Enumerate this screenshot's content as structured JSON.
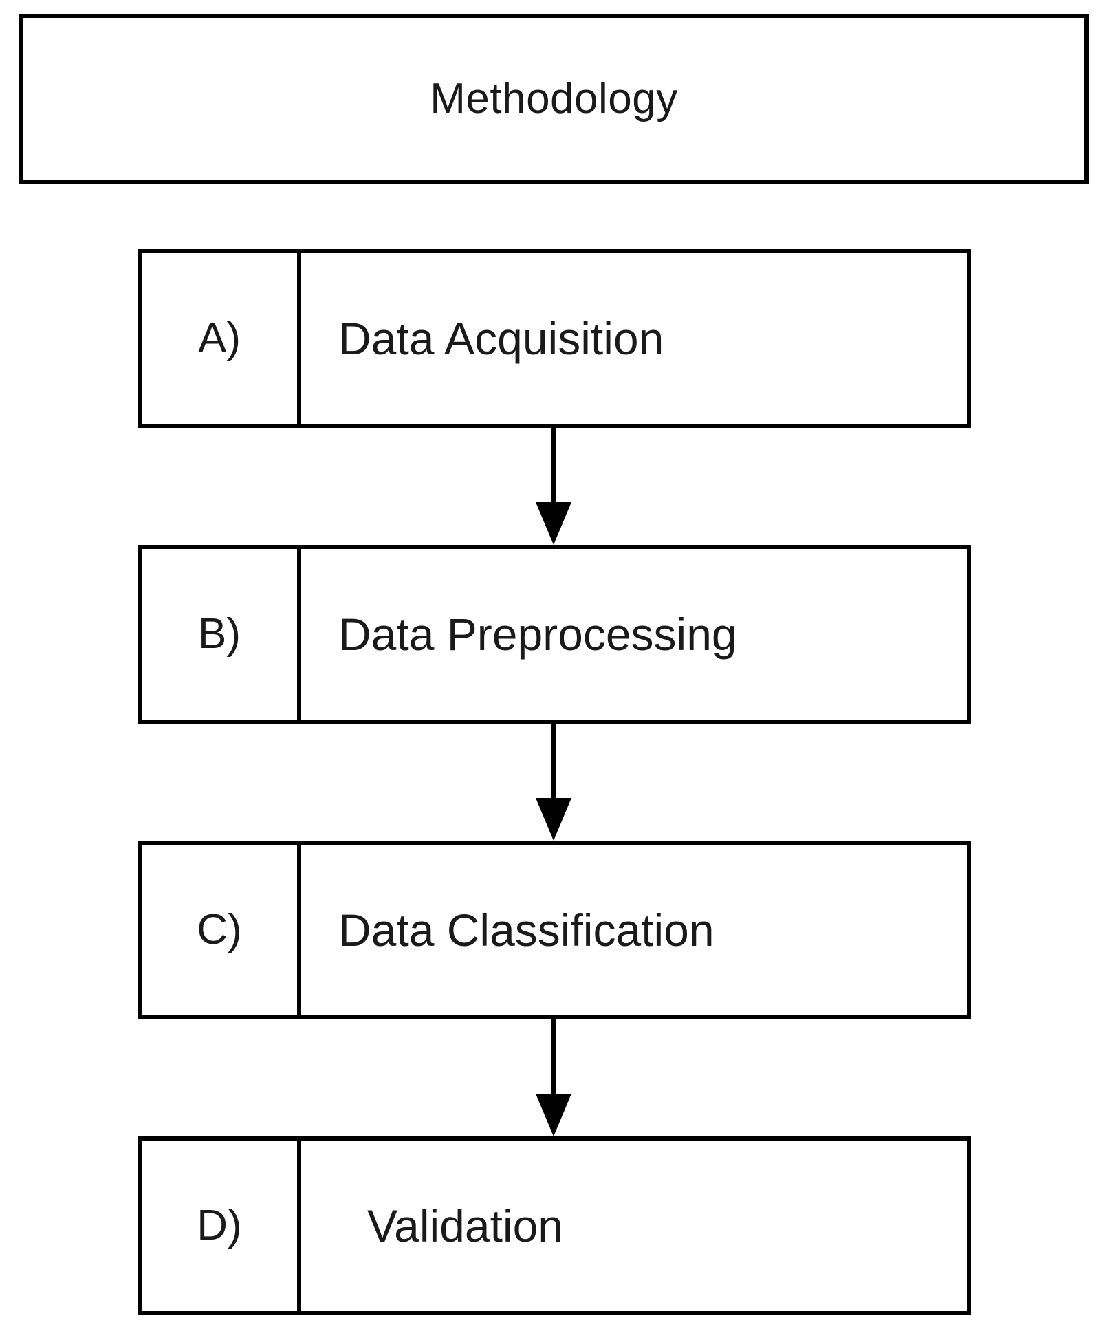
{
  "diagram": {
    "title": "Methodology",
    "type": "flowchart",
    "orientation": "vertical",
    "colors": {
      "stroke": "#000000",
      "fill": "#ffffff",
      "text": "#1a1a1a"
    },
    "steps": [
      {
        "label": "A)",
        "name": "Data Acquisition"
      },
      {
        "label": "B)",
        "name": "Data Preprocessing"
      },
      {
        "label": "C)",
        "name": "Data Classification"
      },
      {
        "label": "D)",
        "name": "Validation"
      }
    ],
    "connectors": [
      {
        "from": "A)",
        "to": "B)",
        "shape": "down-arrow"
      },
      {
        "from": "B)",
        "to": "C)",
        "shape": "down-arrow"
      },
      {
        "from": "C)",
        "to": "D)",
        "shape": "down-arrow"
      }
    ]
  }
}
